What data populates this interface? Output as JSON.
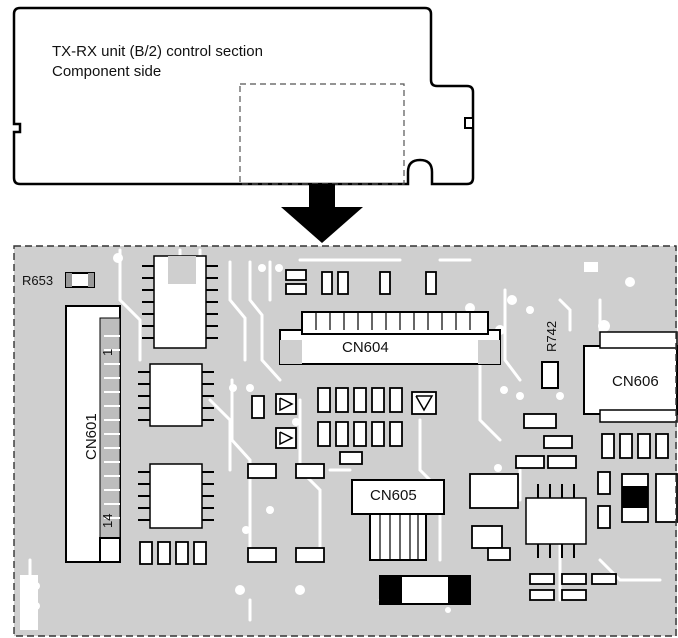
{
  "unit": {
    "title": "TX-RX unit (B/2) control section",
    "subtitle": "Component side"
  },
  "labels": {
    "r653": "R653",
    "r742": "R742",
    "cn601": "CN601",
    "cn604": "CN604",
    "cn605": "CN605",
    "cn606": "CN606",
    "pin1": "1",
    "pin14": "14"
  },
  "colors": {
    "board": "#cfcfcf",
    "trace": "#ffffff",
    "outline": "#000000"
  }
}
